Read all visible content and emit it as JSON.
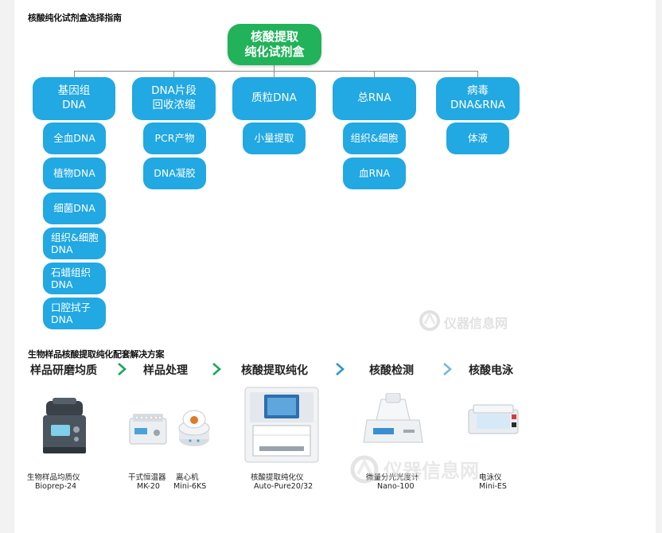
{
  "diagram": {
    "title": "核酸纯化试剂盒选择指南",
    "root": "核酸提取\n纯化试剂盒",
    "categories": [
      {
        "label": "基因组\nDNA",
        "subs": [
          "全血DNA",
          "植物DNA",
          "细菌DNA",
          "组织&细胞\nDNA",
          "石蜡组织\nDNA",
          "口腔拭子\nDNA"
        ]
      },
      {
        "label": "DNA片段\n回收浓缩",
        "subs": [
          "PCR产物",
          "DNA凝胶"
        ]
      },
      {
        "label": "质粒DNA",
        "subs": [
          "小量提取"
        ]
      },
      {
        "label": "总RNA",
        "subs": [
          "组织&细胞",
          "血RNA"
        ]
      },
      {
        "label": "病毒\nDNA&RNA",
        "subs": [
          "体液"
        ]
      }
    ]
  },
  "workflow": {
    "title": "生物样品核酸提取纯化配套解决方案",
    "steps": [
      "样品研磨均质",
      "样品处理",
      "核酸提取纯化",
      "核酸检测",
      "核酸电泳"
    ],
    "arrow_colors": [
      "#1aa858",
      "#1aa858",
      "#2a9ad0",
      "#7ab8d8"
    ],
    "devices": [
      {
        "name": "生物样品均质仪",
        "model": "Bioprep-24"
      },
      {
        "name": "干式恒温器",
        "model": "MK-20"
      },
      {
        "name": "离心机",
        "model": "Mini-6KS"
      },
      {
        "name": "核酸提取纯化仪",
        "model": "Auto-Pure20/32"
      },
      {
        "name": "微量分光光度计",
        "model": "Nano-100"
      },
      {
        "name": "电泳仪",
        "model": "Mini-ES"
      }
    ]
  },
  "watermark": {
    "brand": "仪器信息网"
  },
  "colors": {
    "root": "#22b25a",
    "node": "#22a8e2",
    "line": "#8a8a8a"
  }
}
